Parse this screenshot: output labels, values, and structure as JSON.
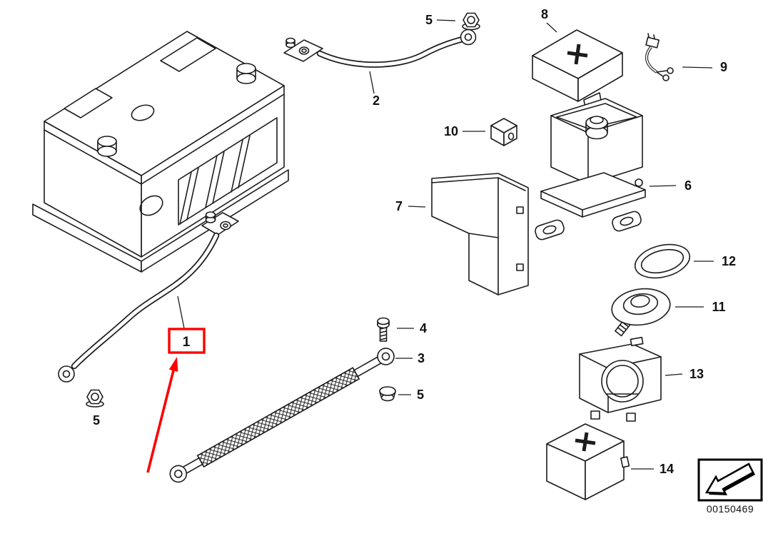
{
  "colors": {
    "highlight": "#ff0000",
    "line_art": "#1c1c1c",
    "background": "#ffffff"
  },
  "callouts": {
    "c1": "1",
    "c2": "2",
    "c3": "3",
    "c4": "4",
    "c5_top": "5",
    "c5_mid": "5",
    "c5_left": "5",
    "c6": "6",
    "c7": "7",
    "c8": "8",
    "c9": "9",
    "c10": "10",
    "c11": "11",
    "c12": "12",
    "c13": "13",
    "c14": "14"
  },
  "footer": {
    "document_number": "00150469"
  },
  "icons": {
    "footer_arrow": "diagonal-arrow-icon"
  }
}
